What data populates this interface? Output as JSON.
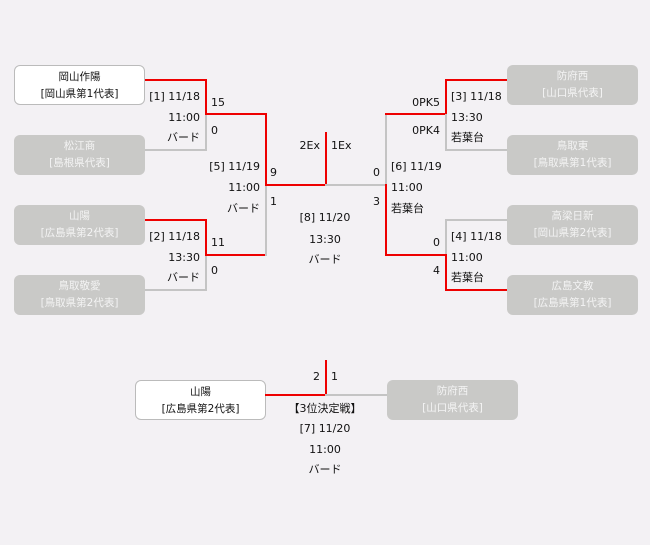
{
  "teams": {
    "l1": {
      "name": "岡山作陽",
      "pref": "[岡山県第1代表]"
    },
    "l2": {
      "name": "松江商",
      "pref": "[島根県代表]"
    },
    "l3": {
      "name": "山陽",
      "pref": "[広島県第2代表]"
    },
    "l4": {
      "name": "鳥取敬愛",
      "pref": "[鳥取県第2代表]"
    },
    "r1": {
      "name": "防府西",
      "pref": "[山口県代表]"
    },
    "r2": {
      "name": "鳥取東",
      "pref": "[鳥取県第1代表]"
    },
    "r3": {
      "name": "高梁日新",
      "pref": "[岡山県第2代表]"
    },
    "r4": {
      "name": "広島文教",
      "pref": "[広島県第1代表]"
    },
    "t1": {
      "name": "山陽",
      "pref": "[広島県第2代表]"
    },
    "t2": {
      "name": "防府西",
      "pref": "[山口県代表]"
    }
  },
  "matches": {
    "m1": {
      "no": "[1] 11/18",
      "time": "11:00",
      "venue": "バード",
      "s1": "15",
      "s2": "0"
    },
    "m2": {
      "no": "[2] 11/18",
      "time": "13:30",
      "venue": "バード",
      "s1": "11",
      "s2": "0"
    },
    "m3": {
      "no": "[3] 11/18",
      "time": "13:30",
      "venue": "若葉台",
      "s1": "0PK5",
      "s2": "0PK4"
    },
    "m4": {
      "no": "[4] 11/18",
      "time": "11:00",
      "venue": "若葉台",
      "s1": "0",
      "s2": "4"
    },
    "m5": {
      "no": "[5] 11/19",
      "time": "11:00",
      "venue": "バード",
      "s1": "9",
      "s2": "1"
    },
    "m6": {
      "no": "[6] 11/19",
      "time": "11:00",
      "venue": "若葉台",
      "s1": "0",
      "s2": "3"
    },
    "m8": {
      "no": "[8] 11/20",
      "time": "13:30",
      "venue": "バード",
      "s1": "2Ex",
      "s2": "1Ex"
    },
    "m7": {
      "title": "【3位決定戦】",
      "no": "[7] 11/20",
      "time": "11:00",
      "venue": "バード",
      "s1": "2",
      "s2": "1"
    }
  },
  "colors": {
    "win_line": "#ee0000",
    "line": "#c4c4c4",
    "loser_box": "#c9c9c7"
  }
}
